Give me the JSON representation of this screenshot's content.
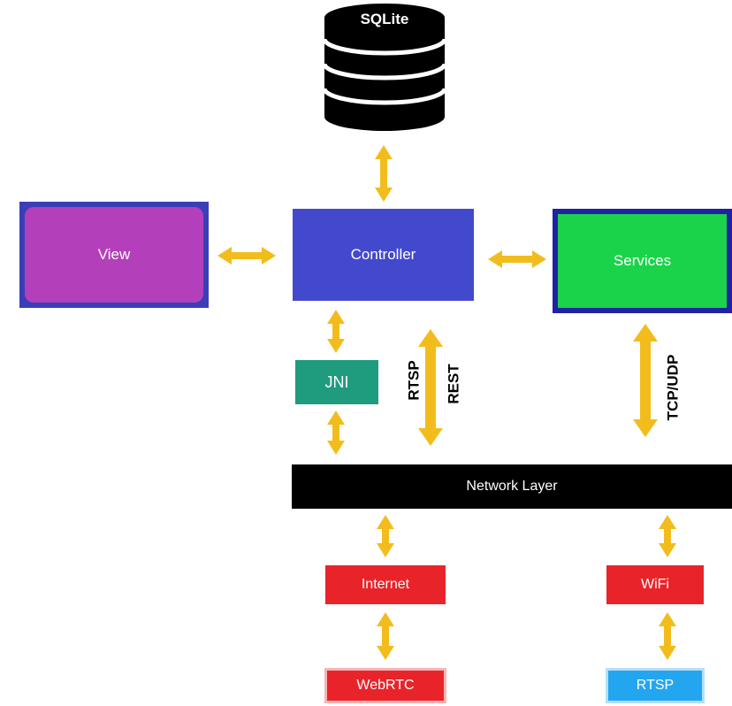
{
  "database": {
    "label": "SQLite"
  },
  "nodes": {
    "view": "View",
    "controller": "Controller",
    "services": "Services",
    "jni": "JNI",
    "network_layer": "Network Layer",
    "internet": "Internet",
    "wifi": "WiFi",
    "webrtc": "WebRTC",
    "rtsp": "RTSP"
  },
  "edge_labels": {
    "rtsp": "RTSP",
    "rest": "REST",
    "tcp_udp": "TCP/UDP"
  },
  "colors": {
    "arrow": "#f2bd1c",
    "view": "#b43fbb",
    "controller": "#4349cc",
    "services": "#1bd34a",
    "jni": "#1f9b7e",
    "network_layer": "#000000",
    "red_nodes": "#e8242a",
    "rtsp_node": "#23a6f0"
  }
}
